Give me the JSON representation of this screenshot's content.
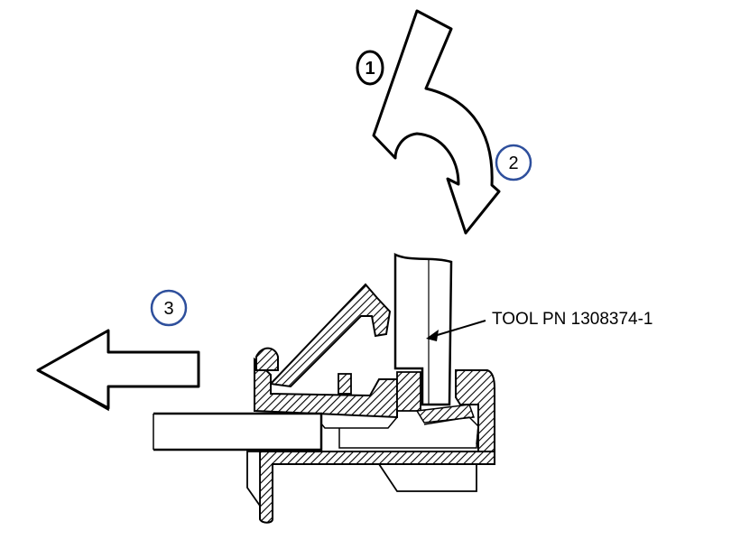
{
  "steps": [
    {
      "label": "1",
      "ring_color": "#000000"
    },
    {
      "label": "2",
      "ring_color": "#2e4f9c"
    },
    {
      "label": "3",
      "ring_color": "#2e4f9c"
    }
  ],
  "tool_label": "TOOL PN 1308374-1",
  "colors": {
    "ink": "#000000",
    "paper": "#ffffff",
    "step_ring": "#2e4f9c"
  }
}
